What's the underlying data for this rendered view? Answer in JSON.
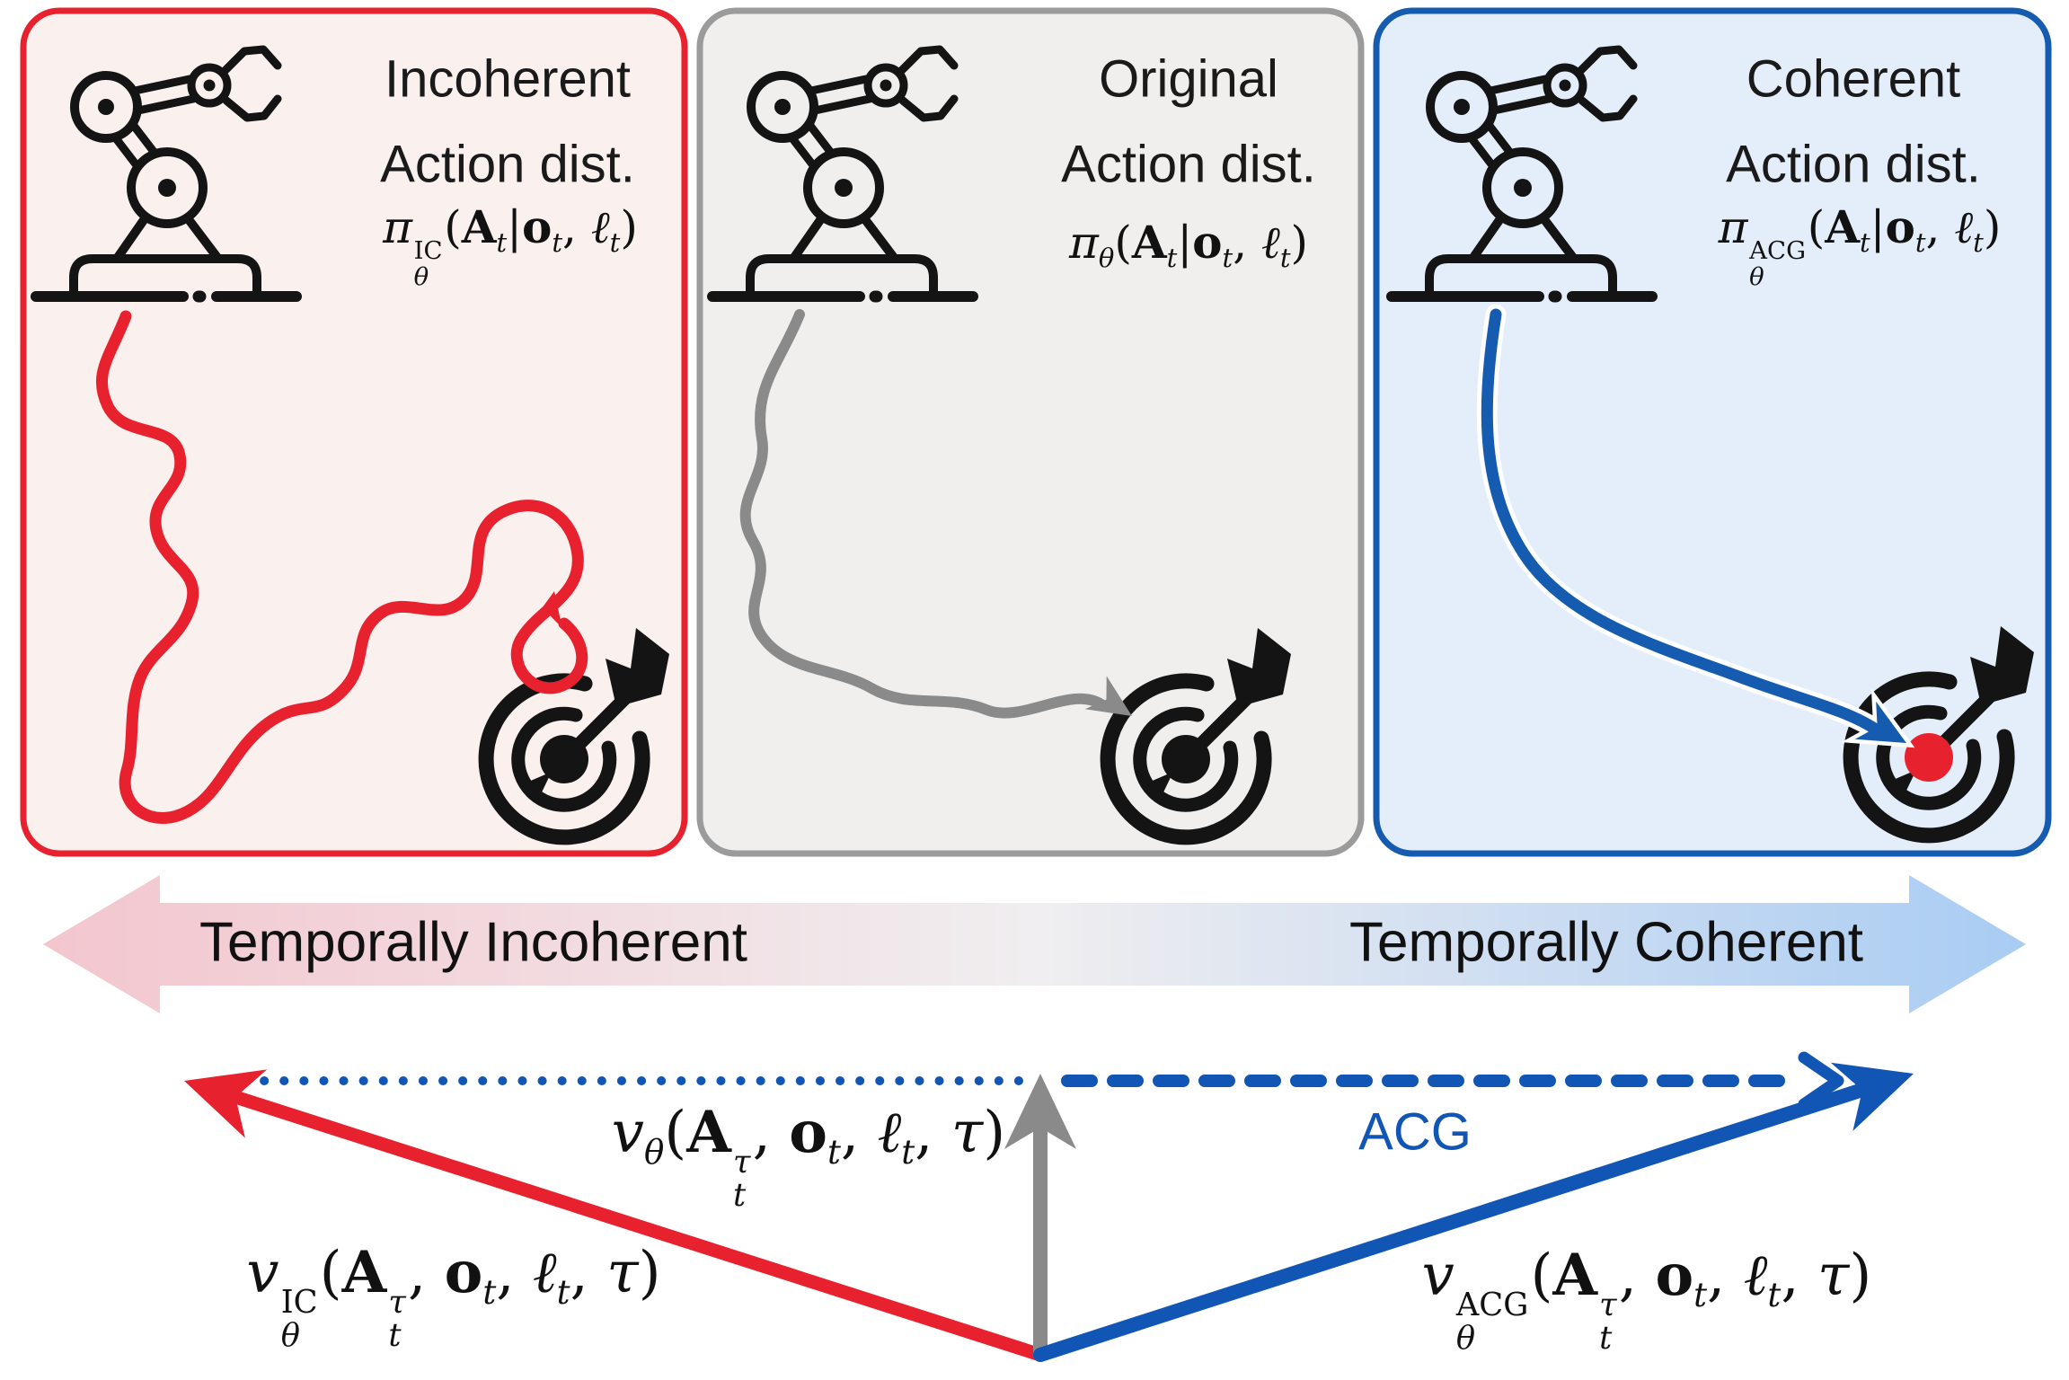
{
  "panels": [
    {
      "name": "incoherent",
      "bg": "#FAF0EE",
      "accent": "#E8212E",
      "line1": "Incoherent",
      "line2": "Action dist.",
      "formula": [
        {
          "k": "i",
          "t": "π"
        },
        {
          "k": "ss",
          "up": "IC",
          "dn": "θ"
        },
        {
          "k": "n",
          "t": "("
        },
        {
          "k": "b",
          "t": "A"
        },
        {
          "k": "sub",
          "t": "t"
        },
        {
          "k": "n",
          "t": "|"
        },
        {
          "k": "b",
          "t": "o"
        },
        {
          "k": "sub",
          "t": "t"
        },
        {
          "k": "n",
          "t": ", "
        },
        {
          "k": "i",
          "t": "ℓ"
        },
        {
          "k": "sub",
          "t": "t"
        },
        {
          "k": "n",
          "t": ")"
        }
      ]
    },
    {
      "name": "original",
      "bg": "#F0EFEE",
      "accent": "#9B9B9B",
      "line1": "Original",
      "line2": "Action dist.",
      "formula": [
        {
          "k": "i",
          "t": "π"
        },
        {
          "k": "sub",
          "t": "θ"
        },
        {
          "k": "n",
          "t": "("
        },
        {
          "k": "b",
          "t": "A"
        },
        {
          "k": "sub",
          "t": "t"
        },
        {
          "k": "n",
          "t": "|"
        },
        {
          "k": "b",
          "t": "o"
        },
        {
          "k": "sub",
          "t": "t"
        },
        {
          "k": "n",
          "t": ", "
        },
        {
          "k": "i",
          "t": "ℓ"
        },
        {
          "k": "sub",
          "t": "t"
        },
        {
          "k": "n",
          "t": ")"
        }
      ]
    },
    {
      "name": "coherent",
      "bg": "#E4EEFA",
      "accent": "#155CB0",
      "line1": "Coherent",
      "line2": "Action dist.",
      "formula": [
        {
          "k": "i",
          "t": "π"
        },
        {
          "k": "ss",
          "up": "ACG",
          "dn": "θ"
        },
        {
          "k": "n",
          "t": "("
        },
        {
          "k": "b",
          "t": "A"
        },
        {
          "k": "sub",
          "t": "t"
        },
        {
          "k": "n",
          "t": "|"
        },
        {
          "k": "b",
          "t": "o"
        },
        {
          "k": "sub",
          "t": "t"
        },
        {
          "k": "n",
          "t": ", "
        },
        {
          "k": "i",
          "t": "ℓ"
        },
        {
          "k": "sub",
          "t": "t"
        },
        {
          "k": "n",
          "t": ")"
        }
      ]
    }
  ],
  "spectrum": {
    "left_label": "Temporally Incoherent",
    "right_label": "Temporally Coherent",
    "gradient": {
      "left": "#F3C6CE",
      "mid": "#F0EEF0",
      "right": "#A9CCF3"
    }
  },
  "vectors": {
    "acg_label": "ACG",
    "v_formula": [
      {
        "k": "i",
        "t": "v"
      },
      {
        "k": "sub",
        "t": "θ"
      },
      {
        "k": "n",
        "t": "("
      },
      {
        "k": "b",
        "t": "A"
      },
      {
        "k": "ss",
        "up": "τ",
        "dn": "t",
        "upi": 1
      },
      {
        "k": "n",
        "t": ", "
      },
      {
        "k": "b",
        "t": "o"
      },
      {
        "k": "sub",
        "t": "t"
      },
      {
        "k": "n",
        "t": ", "
      },
      {
        "k": "i",
        "t": "ℓ"
      },
      {
        "k": "sub",
        "t": "t"
      },
      {
        "k": "n",
        "t": ", "
      },
      {
        "k": "i",
        "t": "τ"
      },
      {
        "k": "n",
        "t": ")"
      }
    ],
    "v_ic_formula": [
      {
        "k": "i",
        "t": "v"
      },
      {
        "k": "ss",
        "up": "IC",
        "dn": "θ"
      },
      {
        "k": "n",
        "t": "("
      },
      {
        "k": "b",
        "t": "A"
      },
      {
        "k": "ss",
        "up": "τ",
        "dn": "t",
        "upi": 1
      },
      {
        "k": "n",
        "t": ", "
      },
      {
        "k": "b",
        "t": "o"
      },
      {
        "k": "sub",
        "t": "t"
      },
      {
        "k": "n",
        "t": ", "
      },
      {
        "k": "i",
        "t": "ℓ"
      },
      {
        "k": "sub",
        "t": "t"
      },
      {
        "k": "n",
        "t": ", "
      },
      {
        "k": "i",
        "t": "τ"
      },
      {
        "k": "n",
        "t": ")"
      }
    ],
    "v_acg_formula": [
      {
        "k": "i",
        "t": "v"
      },
      {
        "k": "ss",
        "up": "ACG",
        "dn": "θ"
      },
      {
        "k": "n",
        "t": "("
      },
      {
        "k": "b",
        "t": "A"
      },
      {
        "k": "ss",
        "up": "τ",
        "dn": "t",
        "upi": 1
      },
      {
        "k": "n",
        "t": ", "
      },
      {
        "k": "b",
        "t": "o"
      },
      {
        "k": "sub",
        "t": "t"
      },
      {
        "k": "n",
        "t": ", "
      },
      {
        "k": "i",
        "t": "ℓ"
      },
      {
        "k": "sub",
        "t": "t"
      },
      {
        "k": "n",
        "t": ", "
      },
      {
        "k": "i",
        "t": "τ"
      },
      {
        "k": "n",
        "t": ")"
      }
    ]
  },
  "colors": {
    "red": "#E8212E",
    "gray": "#8A8A8A",
    "blue": "#1156B4",
    "ink": "#141414",
    "white": "#FFFFFF",
    "acg_text_blue": "#1156B4"
  },
  "icons": {
    "robot": "robot-arm-icon",
    "target": "dartboard-target-icon",
    "dart": "dart-arrow-icon"
  }
}
